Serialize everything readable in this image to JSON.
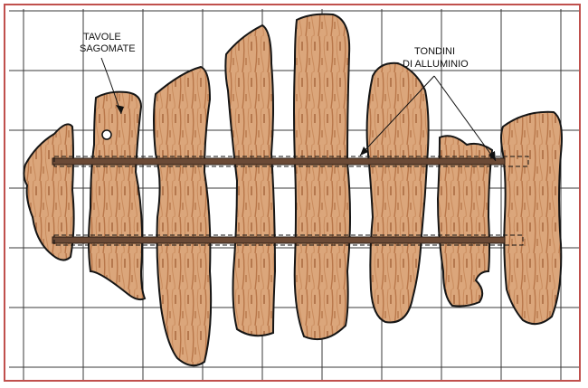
{
  "labels": {
    "boards": {
      "line1": "TAVOLE",
      "line2": "SAGOMATE"
    },
    "rods": {
      "line1": "TONDINI",
      "line2": "DI ALLUMINIO"
    }
  },
  "colors": {
    "frame": "#c0504d",
    "grid": "#3a3a3a",
    "wood": "#d9a57a",
    "wood_grain": "#a9653a",
    "rod": "#6b4a36",
    "outline": "#151515"
  }
}
